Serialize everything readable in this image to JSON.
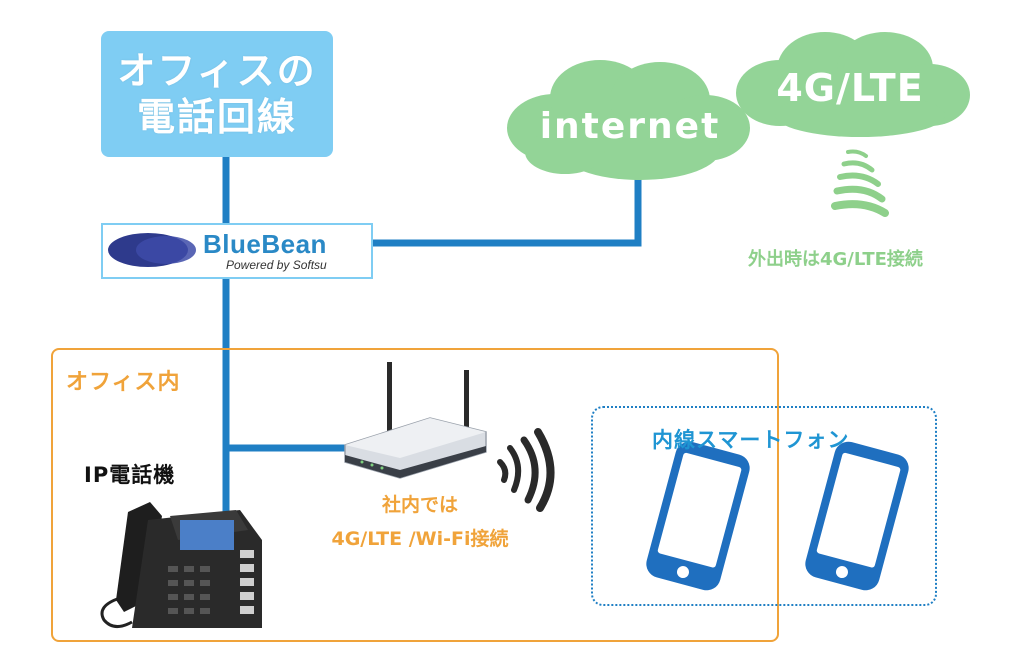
{
  "office_line": {
    "line1": "オフィスの",
    "line2": "電話回線"
  },
  "bluebean": {
    "brand": "BlueBean",
    "powered": "Powered by Softsu"
  },
  "clouds": {
    "internet": "internet",
    "lte": "4G/LTE"
  },
  "outdoor_caption": "外出時は4G/LTE接続",
  "office": {
    "title": "オフィス内"
  },
  "ip_phone": {
    "label": "IP電話機"
  },
  "router_caption": {
    "line1": "社内では",
    "line2": "4G/LTE /Wi-Fi接続"
  },
  "extension": {
    "title": "内線スマートフォン"
  },
  "colors": {
    "line_blue": "#1f7fc4",
    "box_light_blue": "#7fcdf3",
    "cloud_green": "#93d497",
    "office_orange": "#f0a33a",
    "caption_green": "#8ed08b",
    "phone_blue": "#1f6fbf"
  },
  "icons": [
    "signal-waves-icon",
    "wifi-waves-icon",
    "router-icon",
    "ip-phone-icon",
    "smartphone-icon"
  ]
}
